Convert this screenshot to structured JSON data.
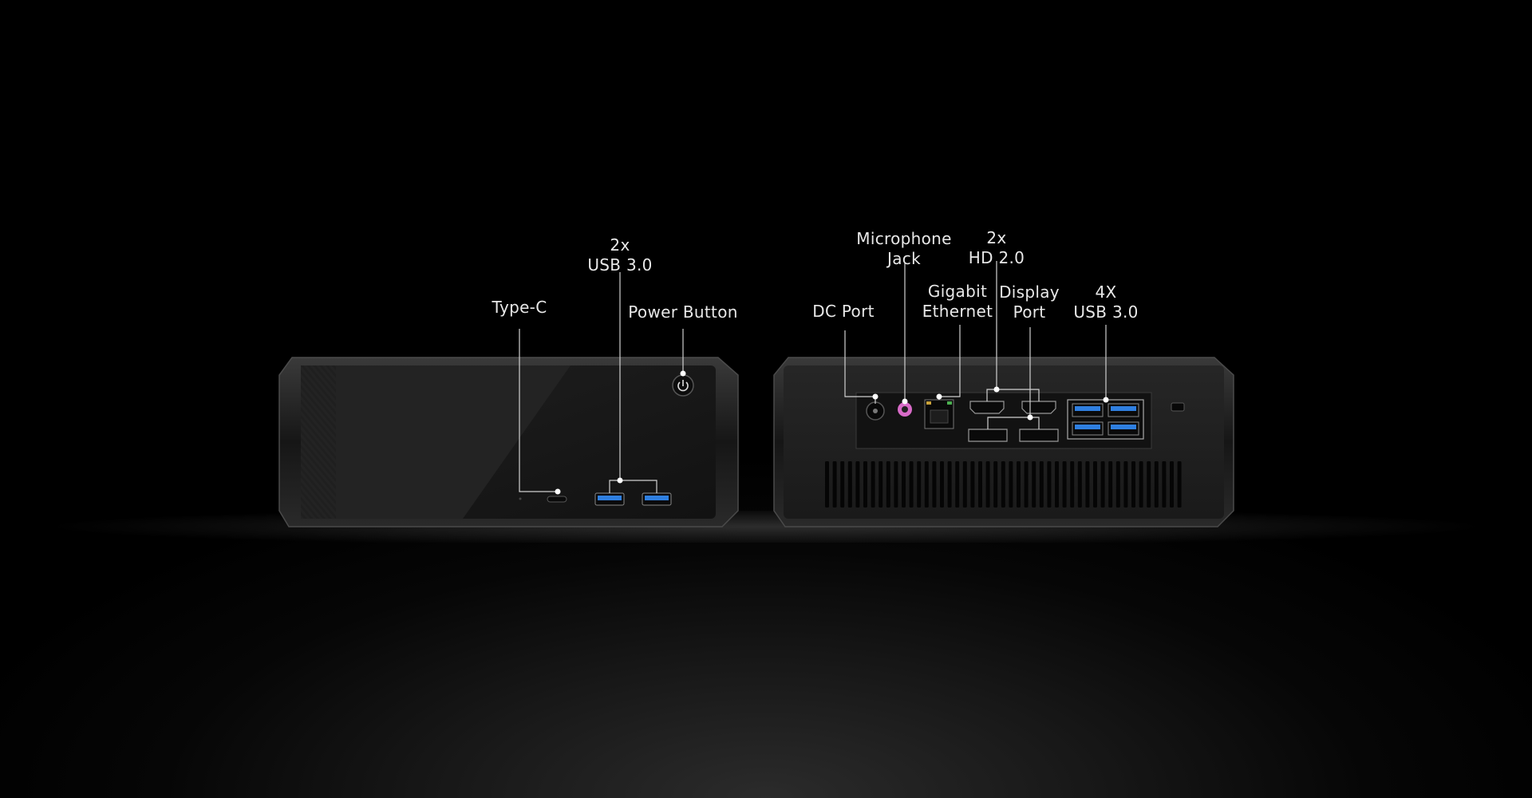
{
  "colors": {
    "background": "#000000",
    "device_body": "#1c1c1c",
    "usb_blue": "#2f7fe0",
    "mic_pink": "#d86bc8",
    "callout_line": "#d0d0d0"
  },
  "front_panel": {
    "labels": {
      "type_c": "Type-C",
      "usb": "2x\nUSB 3.0",
      "power": "Power Button"
    },
    "icons": [
      "power-icon",
      "usb-c-port-icon",
      "usb-a-port-icon"
    ]
  },
  "rear_panel": {
    "labels": {
      "dc_port": "DC Port",
      "mic_jack": "Microphone\nJack",
      "ethernet": "Gigabit\nEthernet",
      "hdmi": "2x\nHD 2.0",
      "display_port": "Display\nPort",
      "usb": "4X\nUSB 3.0"
    },
    "icons": [
      "dc-jack-icon",
      "mic-jack-icon",
      "ethernet-port-icon",
      "hdmi-port-icon",
      "displayport-icon",
      "usb-a-port-icon",
      "kensington-lock-icon"
    ]
  }
}
